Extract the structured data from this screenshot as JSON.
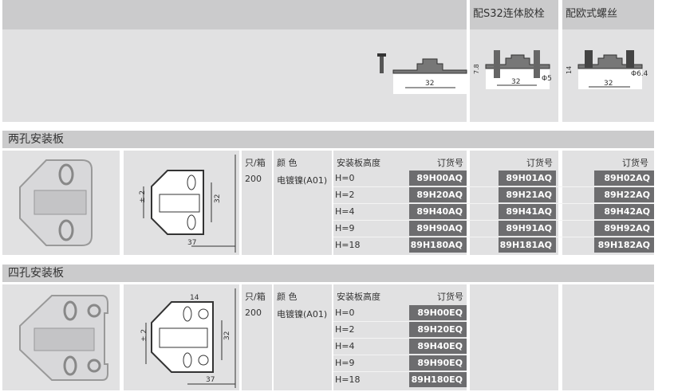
{
  "top": {
    "col2_title": "配S32连体胶栓",
    "col3_title": "配欧式螺丝",
    "dims": {
      "a": "32",
      "b1": "7.8",
      "b2": "32",
      "b3": "Φ5",
      "c1": "14",
      "c2": "32",
      "c3": "Φ6.4"
    }
  },
  "sections": [
    {
      "title": "两孔安装板",
      "qty_header": "只/箱",
      "color_header": "颜 色",
      "height_header": "安装板高度",
      "order_header": "订货号",
      "qty": "200",
      "color": "电镀镍(A01)",
      "dims": {
        "h": "± 2",
        "v": "32",
        "w": "37"
      },
      "heights": [
        "H=0",
        "H=2",
        "H=4",
        "H=9",
        "H=18"
      ],
      "codes": [
        [
          "89H00AQ",
          "89H20AQ",
          "89H40AQ",
          "89H90AQ",
          "89H180AQ"
        ],
        [
          "89H01AQ",
          "89H21AQ",
          "89H41AQ",
          "89H91AQ",
          "89H181AQ"
        ],
        [
          "89H02AQ",
          "89H22AQ",
          "89H42AQ",
          "89H92AQ",
          "89H182AQ"
        ]
      ]
    },
    {
      "title": "四孔安装板",
      "qty_header": "只/箱",
      "color_header": "颜 色",
      "height_header": "安装板高度",
      "order_header": "订货号",
      "qty": "200",
      "color": "电镀镍(A01)",
      "dims": {
        "h": "± 2",
        "v": "32",
        "w": "37",
        "top": "14"
      },
      "heights": [
        "H=0",
        "H=2",
        "H=4",
        "H=9",
        "H=18"
      ],
      "codes": [
        [
          "89H00EQ",
          "89H20EQ",
          "89H40EQ",
          "89H90EQ",
          "89H180EQ"
        ]
      ]
    }
  ]
}
